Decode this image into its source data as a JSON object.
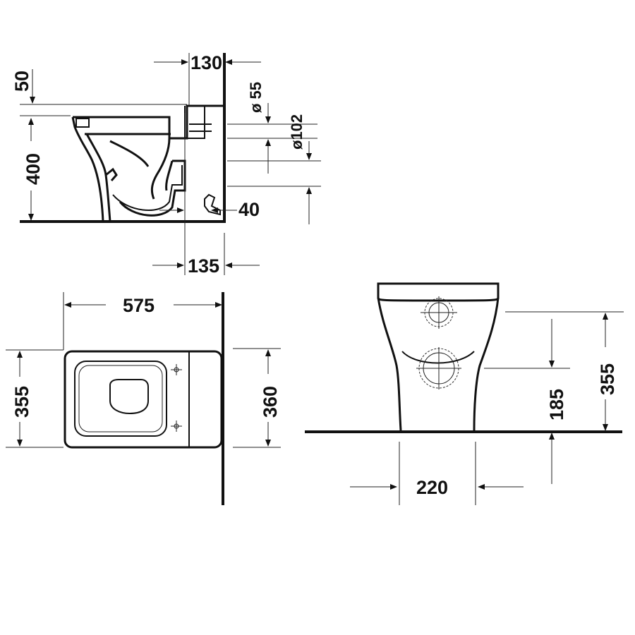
{
  "side_view": {
    "dim_top_offset": "130",
    "dim_height_top": "50",
    "dim_height_seat": "400",
    "dim_outlet_small": "ø 55",
    "dim_outlet_large": "ø102",
    "dim_bottom_gap": "40",
    "dim_floor_outlet": "135"
  },
  "top_view": {
    "dim_length": "575",
    "dim_width_left": "355",
    "dim_width_right": "360"
  },
  "front_view": {
    "dim_base_width": "220",
    "dim_outlet_height": "185",
    "dim_inlet_height": "355"
  }
}
